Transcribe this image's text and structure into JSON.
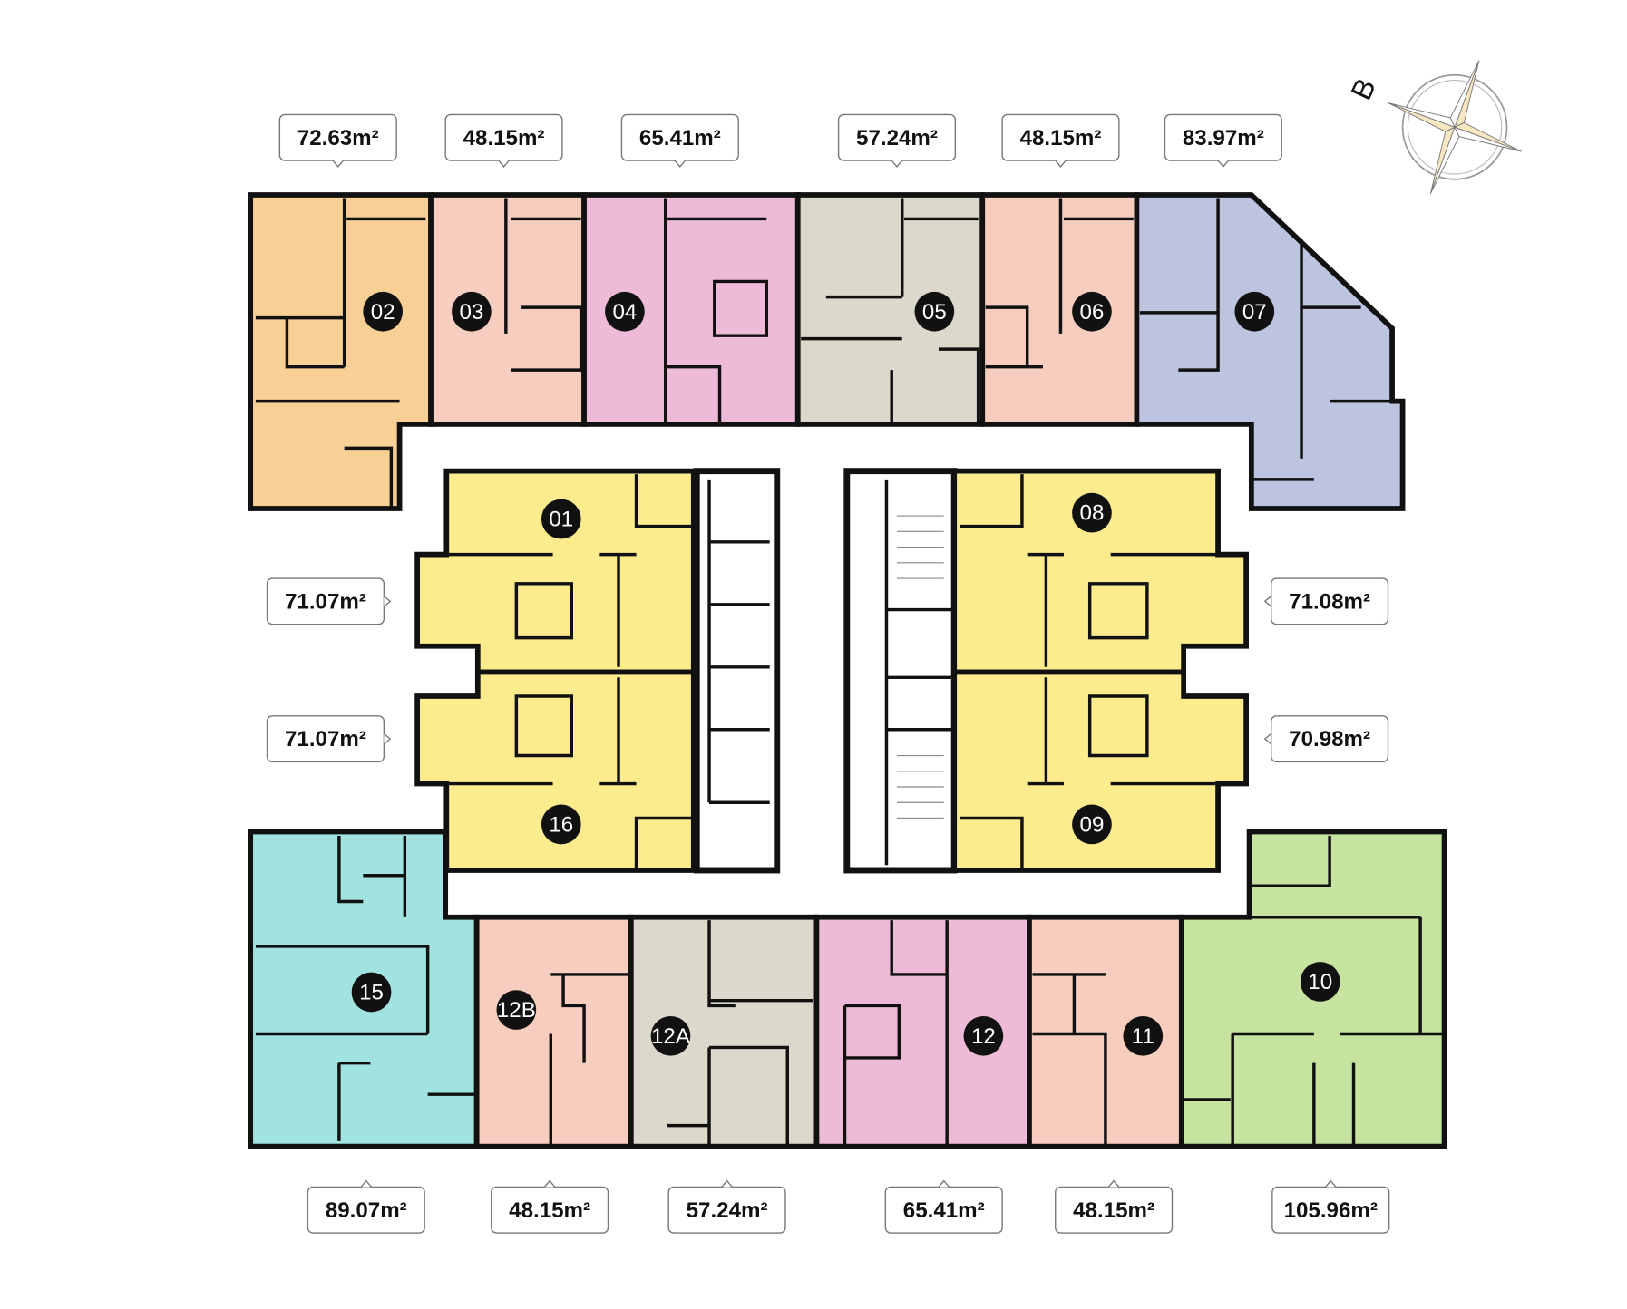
{
  "compass": {
    "north_letter": "B"
  },
  "colors": {
    "orange": "#F8CF94",
    "salmon": "#F7CDBF",
    "pink": "#EDBAD8",
    "beige": "#DDD8CC",
    "lavender": "#BDC4E0",
    "yellow": "#FCEC8E",
    "cyan": "#A0E3E0",
    "green": "#C6E3A0"
  },
  "units": {
    "u02": {
      "id": "02",
      "area": "72.63m²"
    },
    "u03": {
      "id": "03",
      "area": "48.15m²"
    },
    "u04": {
      "id": "04",
      "area": "65.41m²"
    },
    "u05": {
      "id": "05",
      "area": "57.24m²"
    },
    "u06": {
      "id": "06",
      "area": "48.15m²"
    },
    "u07": {
      "id": "07",
      "area": "83.97m²"
    },
    "u01": {
      "id": "01",
      "area": "71.07m²"
    },
    "u16": {
      "id": "16",
      "area": "71.07m²"
    },
    "u08": {
      "id": "08",
      "area": "71.08m²"
    },
    "u09": {
      "id": "09",
      "area": "70.98m²"
    },
    "u15": {
      "id": "15",
      "area": "89.07m²"
    },
    "u12B": {
      "id": "12B",
      "area": "48.15m²"
    },
    "u12A": {
      "id": "12A",
      "area": "57.24m²"
    },
    "u12": {
      "id": "12",
      "area": "65.41m²"
    },
    "u11": {
      "id": "11",
      "area": "48.15m²"
    },
    "u10": {
      "id": "10",
      "area": "105.96m²"
    }
  }
}
